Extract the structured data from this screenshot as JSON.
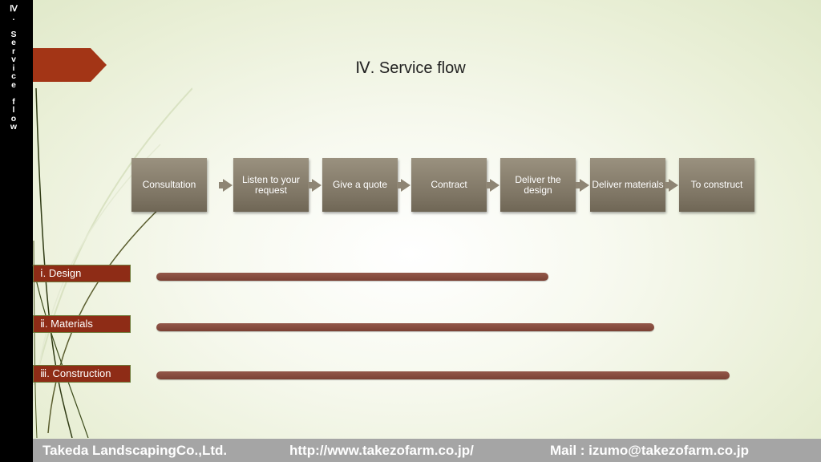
{
  "sidebar": {
    "vertical_title": "Ⅳ\n.\n\nS\ne\nr\nv\ni\nc\ne\n\nf\nl\no\nw"
  },
  "slide": {
    "title": "Ⅳ. Service flow"
  },
  "flow_steps": [
    "Consultation",
    "Listen to your request",
    "Give a quote",
    "Contract",
    "Deliver the design",
    "Deliver materials",
    "To construct"
  ],
  "phases": [
    {
      "label": "ⅰ. Design",
      "progress": 0.67
    },
    {
      "label": "ⅱ. Materials",
      "progress": 0.85
    },
    {
      "label": "ⅲ. Construction",
      "progress": 0.98
    }
  ],
  "footer": {
    "company": "Takeda LandscapingCo.,Ltd.",
    "url": "http://www.takezofarm.co.jp/",
    "mail": "Mail : izumo@takezofarm.co.jp"
  },
  "colors": {
    "accent": "#a33516",
    "step_box": "#857c6b",
    "phase_label": "#8e2c16",
    "phase_bar": "#87493d",
    "footer_bg": "#a5a5a5"
  }
}
